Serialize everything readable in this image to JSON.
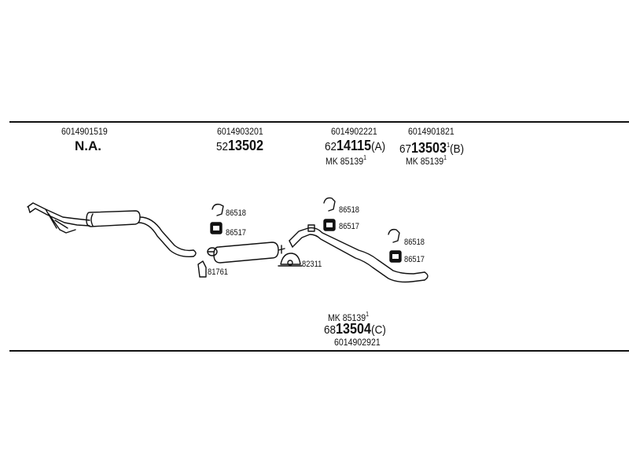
{
  "header": {
    "col1": {
      "oe": "6014901519",
      "status": "N.A."
    },
    "col2": {
      "oe": "6014903201",
      "prefix": "52",
      "part": "13502"
    },
    "col3": {
      "oe": "6014902221",
      "prefix": "62",
      "part": "14115",
      "suffix": "(A)",
      "mk": "MK 85139",
      "mk_mark": "1"
    },
    "col4": {
      "oe": "6014901821",
      "prefix": "67",
      "part": "13503",
      "mark": "1",
      "suffix": "(B)",
      "mk": "MK 85139",
      "mk_mark": "1"
    }
  },
  "footer": {
    "mk": "MK 85139",
    "mk_mark": "1",
    "prefix": "68",
    "part": "13504",
    "suffix": "(C)",
    "oe": "6014902921"
  },
  "parts": {
    "hanger_a1": "86518",
    "mount_a1": "86517",
    "clamp_front": "81761",
    "clamp_mid": "82311",
    "hanger_b1": "86518",
    "mount_b1": "86517",
    "hanger_c1": "86518",
    "mount_c1": "86517"
  }
}
